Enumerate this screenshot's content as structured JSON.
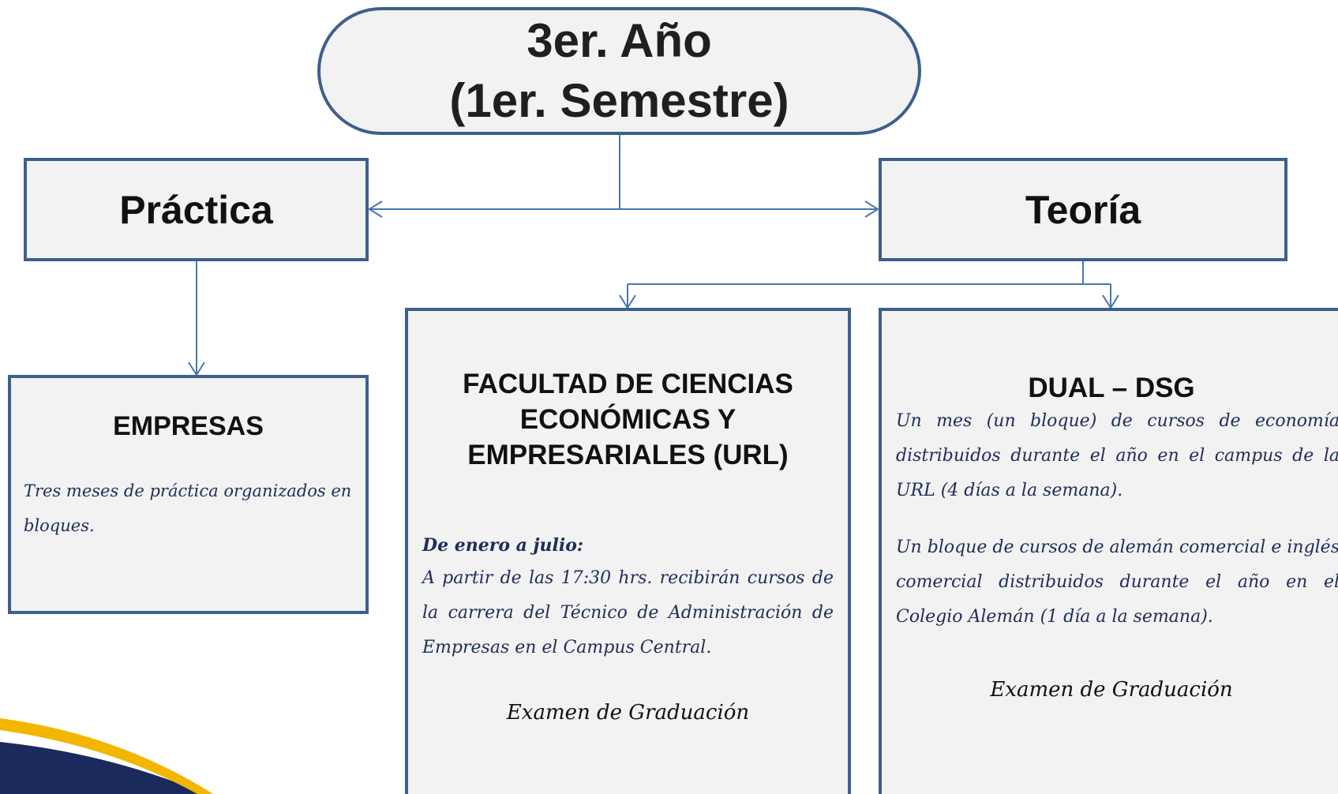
{
  "top": {
    "line1": "3er. Año",
    "line2": "(1er. Semestre)"
  },
  "practica": {
    "label": "Práctica"
  },
  "teoria": {
    "label": "Teoría"
  },
  "empresas": {
    "title": "EMPRESAS",
    "text": "Tres meses de práctica organizados en bloques."
  },
  "facultad": {
    "title_line1": "FACULTAD DE CIENCIAS",
    "title_line2": "ECONÓMICAS Y",
    "title_line3": "EMPRESARIALES (URL)",
    "subhead": "De enero a julio:",
    "text": "A partir de las 17:30 hrs. recibirán cursos de la carrera del Técnico de  Administración de Empresas en el Campus Central.",
    "footer": "Examen de Graduación"
  },
  "dual": {
    "title": "DUAL – DSG",
    "text1": "Un mes (un bloque) de cursos de economía distribuidos durante el año en el campus de la URL (4 días a la semana).",
    "text2": "Un bloque de cursos de alemán comercial e inglés comercial distribuidos durante el año en el Colegio Alemán (1 día a la semana).",
    "footer": "Examen de Graduación"
  },
  "colors": {
    "border": "#3d5f8c",
    "fill": "#f2f2f2",
    "script_text": "#1e2d5a",
    "swoosh_dark": "#1a2a5c",
    "swoosh_gold": "#f2b600"
  }
}
